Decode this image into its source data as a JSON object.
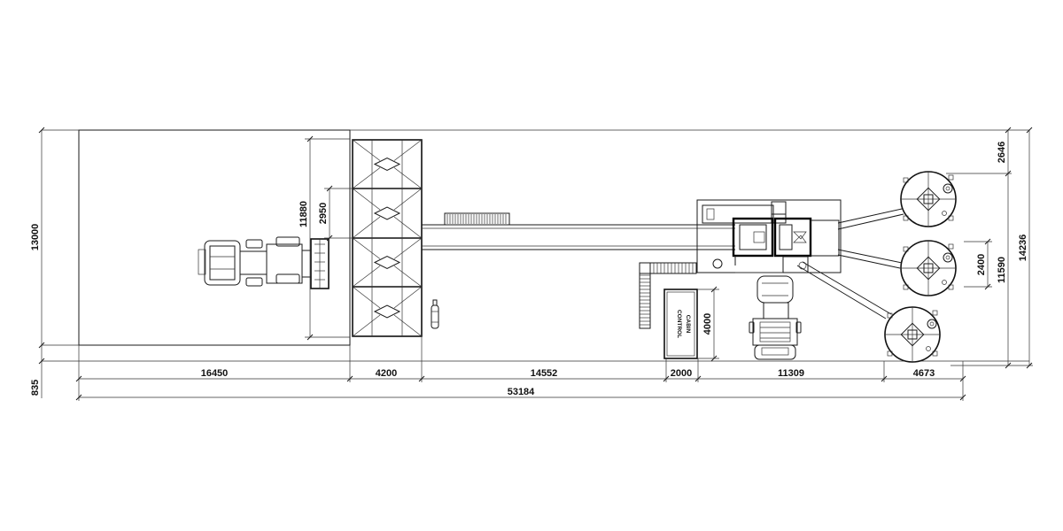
{
  "colors": {
    "line": "#111111",
    "background": "#ffffff"
  },
  "dimensions": {
    "bottom_row": [
      "16450",
      "4200",
      "14552",
      "2000",
      "11309",
      "4673"
    ],
    "overall_length": "53184",
    "left_height": "13000",
    "left_offset": "835",
    "yard_inner_height": "11880",
    "bin_pitch": "2950",
    "cabin_height": "4000",
    "silo_top_offset": "2646",
    "silo_pitch": "2400",
    "silo_span": "11590",
    "overall_height": "14236"
  },
  "labels": {
    "control_cabin_line1": "CONTROL",
    "control_cabin_line2": "CABIN"
  },
  "icons": {
    "loader": "wheel-loader-icon",
    "truck": "mixer-truck-icon",
    "silo": "cement-silo-icon",
    "extinguisher": "fire-extinguisher-icon"
  }
}
